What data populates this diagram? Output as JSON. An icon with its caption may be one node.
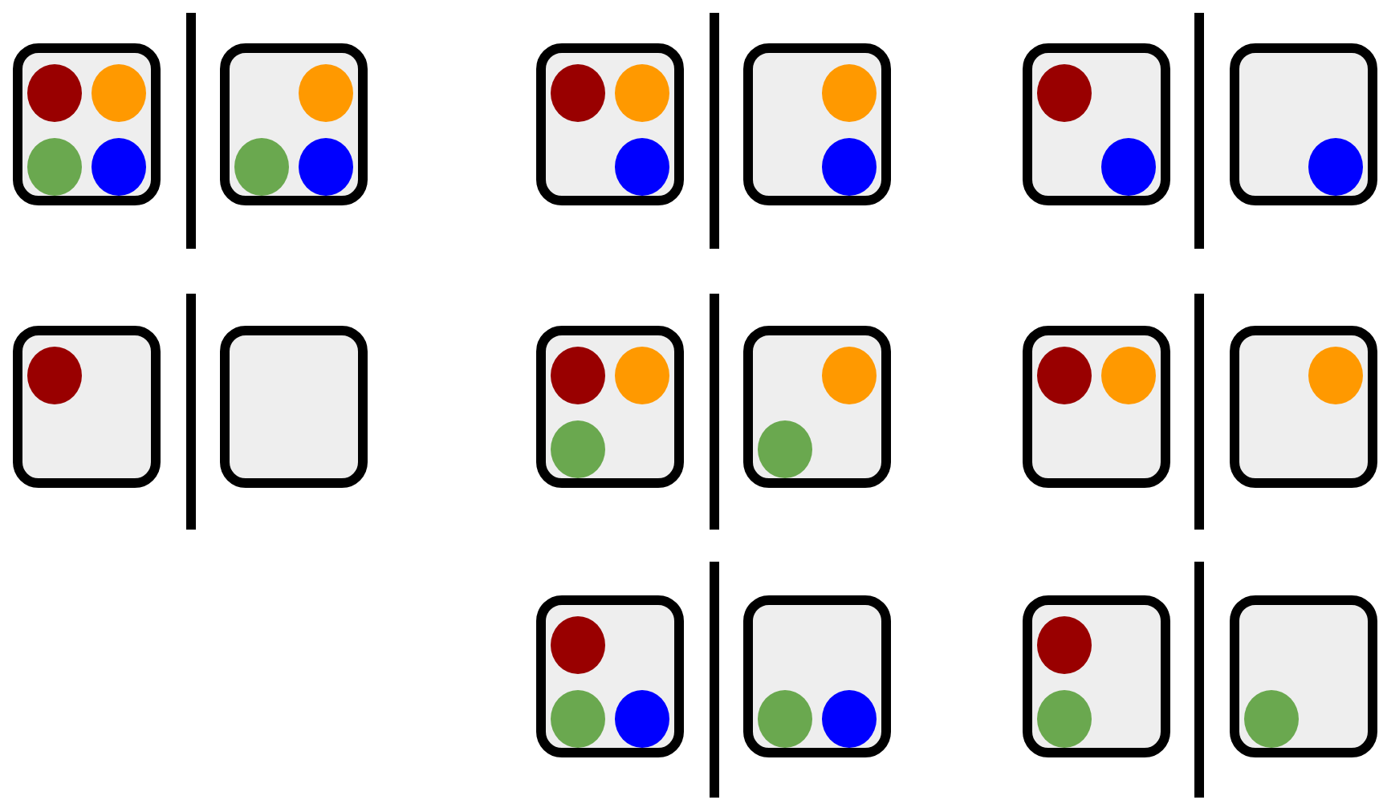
{
  "diagram": {
    "nodes": [
      {
        "text": [],
        "shape": "box"
      },
      {
        "text": [],
        "shape": "circle",
        "in": 0
      },
      {
        "text": [],
        "shape": "circle",
        "in": 0
      },
      {
        "text": [],
        "shape": "circle",
        "in": 0
      },
      {
        "text": [],
        "shape": "circle",
        "in": 0
      },
      {
        "text": [],
        "shape": "box"
      },
      {
        "text": [],
        "shape": "circle",
        "in": 5
      },
      {
        "text": [],
        "shape": "circle",
        "in": 5
      },
      {
        "text": [],
        "shape": "circle",
        "in": 5
      },
      {
        "text": [],
        "shape": "box"
      },
      {
        "text": [],
        "shape": "circle",
        "in": 9
      },
      {
        "text": [],
        "shape": "circle",
        "in": 9
      },
      {
        "text": [],
        "shape": "circle",
        "in": 9
      },
      {
        "text": [],
        "shape": "box"
      },
      {
        "text": [],
        "shape": "circle",
        "in": 13
      },
      {
        "text": [],
        "shape": "circle",
        "in": 13
      },
      {
        "text": [],
        "shape": "box"
      },
      {
        "text": [],
        "shape": "circle",
        "in": 16
      },
      {
        "text": [],
        "shape": "circle",
        "in": 16
      },
      {
        "text": [],
        "shape": "box"
      },
      {
        "text": [],
        "shape": "circle",
        "in": 19
      },
      {
        "text": [],
        "shape": "box"
      },
      {
        "text": [],
        "shape": "circle",
        "in": 21
      },
      {
        "text": [],
        "shape": "box"
      },
      {
        "text": [],
        "shape": "box"
      },
      {
        "text": [],
        "shape": "circle",
        "in": 24
      },
      {
        "text": [],
        "shape": "circle",
        "in": 24
      },
      {
        "text": [],
        "shape": "circle",
        "in": 24
      },
      {
        "text": [],
        "shape": "box"
      },
      {
        "text": [],
        "shape": "circle",
        "in": 28
      },
      {
        "text": [],
        "shape": "circle",
        "in": 28
      },
      {
        "text": [],
        "shape": "box"
      },
      {
        "text": [],
        "shape": "circle",
        "in": 31
      },
      {
        "text": [],
        "shape": "circle",
        "in": 31
      },
      {
        "text": [],
        "shape": "box"
      },
      {
        "text": [],
        "shape": "circle",
        "in": 34
      },
      {
        "text": [],
        "shape": "box"
      },
      {
        "text": [],
        "shape": "circle",
        "in": 36
      },
      {
        "text": [],
        "shape": "circle",
        "in": 36
      },
      {
        "text": [],
        "shape": "circle",
        "in": 36
      },
      {
        "text": [],
        "shape": "box"
      },
      {
        "text": [],
        "shape": "circle",
        "in": 40
      },
      {
        "text": [],
        "shape": "circle",
        "in": 40
      },
      {
        "text": [],
        "shape": "box"
      },
      {
        "text": [],
        "shape": "circle",
        "in": 43
      },
      {
        "text": [],
        "shape": "circle",
        "in": 43
      },
      {
        "text": [],
        "shape": "box"
      },
      {
        "text": [],
        "shape": "circle",
        "in": 46
      }
    ]
  }
}
